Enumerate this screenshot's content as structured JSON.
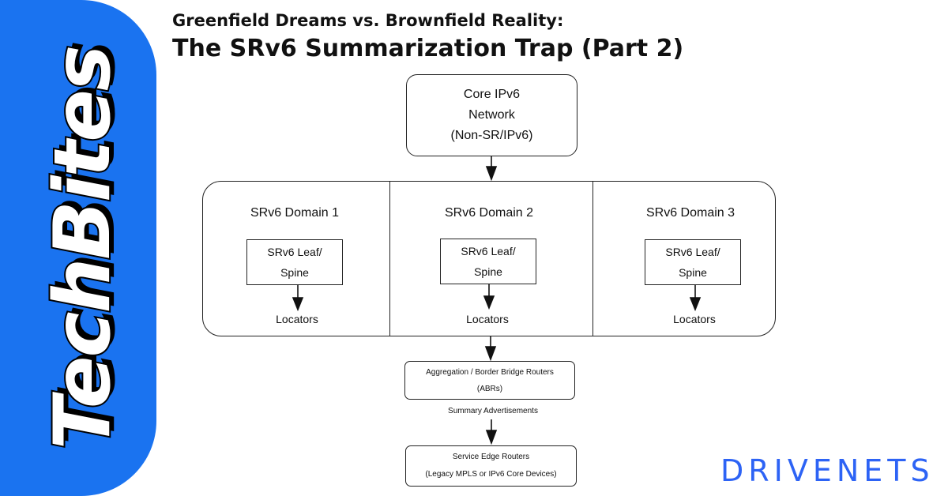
{
  "branding": {
    "sidebar_text": "TechBites",
    "logo_text": "DRIVENETS",
    "sidebar_color": "#1a73f0",
    "logo_color": "#2d63f5"
  },
  "header": {
    "title_line1": "Greenfield Dreams vs. Brownfield Reality:",
    "title_line2": "The SRv6 Summarization Trap (Part 2)"
  },
  "diagram": {
    "core": {
      "line1": "Core IPv6",
      "line2": "Network",
      "line3": "(Non-SR/IPv6)"
    },
    "domains": [
      {
        "title": "SRv6 Domain 1",
        "leaf_line1": "SRv6 Leaf/",
        "leaf_line2": "Spine",
        "locators": "Locators"
      },
      {
        "title": "SRv6 Domain 2",
        "leaf_line1": "SRv6 Leaf/",
        "leaf_line2": "Spine",
        "locators": "Locators"
      },
      {
        "title": "SRv6 Domain 3",
        "leaf_line1": "SRv6 Leaf/",
        "leaf_line2": "Spine",
        "locators": "Locators"
      }
    ],
    "abr": {
      "line1": "Aggregation / Border Bridge Routers",
      "line2": "(ABRs)"
    },
    "summary_label": "Summary Advertisements",
    "service_edge": {
      "line1": "Service Edge Routers",
      "line2": "(Legacy MPLS or IPv6 Core Devices)"
    }
  }
}
